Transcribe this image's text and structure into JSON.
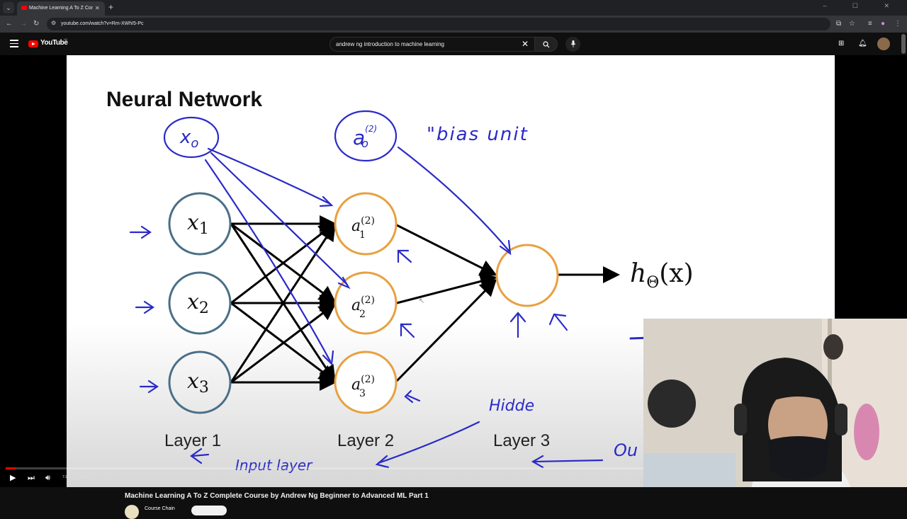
{
  "browser": {
    "tab_title": "Machine Learning A To Z Comp",
    "tab_close": "✕",
    "new_tab": "+",
    "url": "youtube.com/watch?v=Rm-XWhI5-Pc",
    "window_controls": "– ☐ ✕"
  },
  "youtube": {
    "wordmark": "YouTube",
    "region": "NZ",
    "search_query": "andrew ng introduction to machine learning"
  },
  "slide": {
    "title": "Neural Network",
    "nodes": {
      "x1": "x",
      "x1_sub": "1",
      "x2": "x",
      "x2_sub": "2",
      "x3": "x",
      "x3_sub": "3",
      "a": "a",
      "a_sup": "(2)",
      "a1_sub": "1",
      "a2_sub": "2",
      "a3_sub": "3",
      "output": "h",
      "output_sub": "Θ",
      "output_arg": "(x)"
    },
    "layers": [
      "Layer 1",
      "Layer 2",
      "Layer 3"
    ],
    "annotations": {
      "x0": "x",
      "x0_sub": "o",
      "a0": "a",
      "a0_sup": "(2)",
      "a0_sub": "o",
      "bias": "\"bias unit",
      "hidden": "Hidde",
      "input_layer": "Input layer",
      "output_partial": "Ou"
    }
  },
  "player": {
    "progress": 0.015,
    "time": "7:20:50 / 8:15:58"
  },
  "video": {
    "title": "Machine Learning A To Z Complete Course by Andrew Ng Beginner to Advanced ML Part 1",
    "channel": "Course Chain"
  },
  "colors": {
    "ink_blue": "#2a2ac8",
    "node_blue": "#4a6f87",
    "node_orange": "#e8a040",
    "progress_red": "#ff0000"
  }
}
